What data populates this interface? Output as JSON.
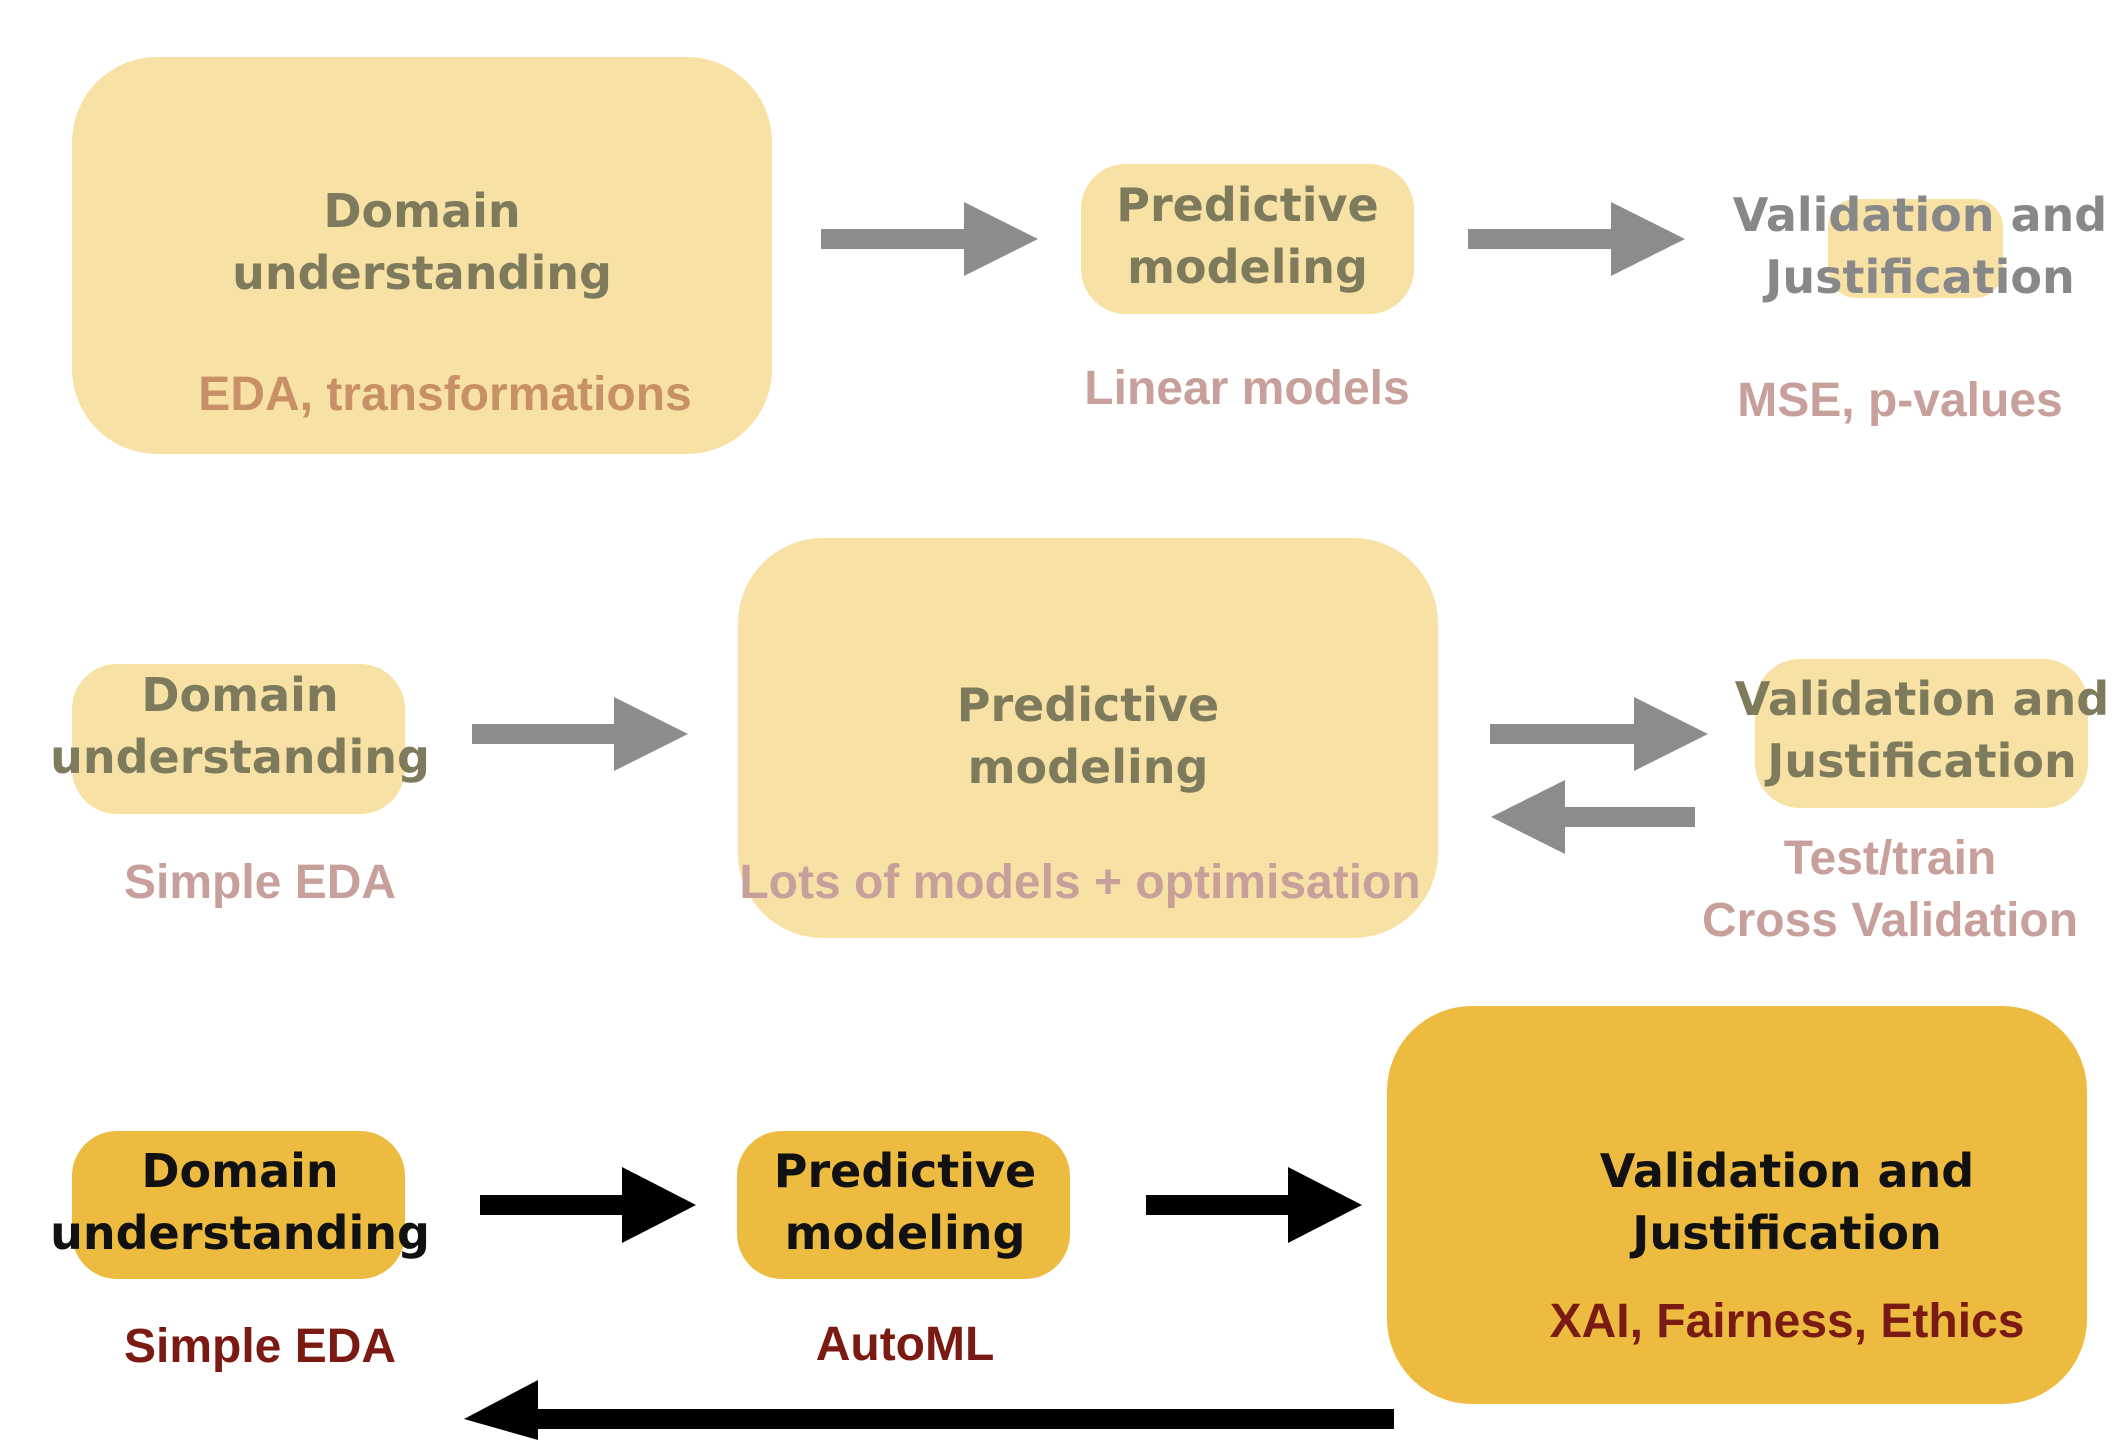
{
  "row1": {
    "domain": {
      "line1": "Domain",
      "line2": "understanding",
      "note": "EDA, transformations"
    },
    "predictive": {
      "line1": "Predictive",
      "line2": "modeling",
      "note": "Linear models"
    },
    "validation": {
      "line1": "Validation and",
      "line2": "Justification",
      "note": "MSE, p-values"
    }
  },
  "row2": {
    "domain": {
      "line1": "Domain",
      "line2": "understanding",
      "note": "Simple EDA"
    },
    "predictive": {
      "line1": "Predictive",
      "line2": "modeling",
      "note": "Lots of models + optimisation"
    },
    "validation": {
      "line1": "Validation and",
      "line2": "Justification",
      "note1": "Test/train",
      "note2": "Cross Validation"
    }
  },
  "row3": {
    "domain": {
      "line1": "Domain",
      "line2": "understanding",
      "note": "Simple EDA"
    },
    "predictive": {
      "line1": "Predictive",
      "line2": "modeling",
      "note": "AutoML"
    },
    "validation": {
      "line1": "Validation and",
      "line2": "Justification",
      "note": "XAI, Fairness, Ethics"
    }
  },
  "colors": {
    "light_box": "#f7e1a5",
    "strong_box": "#edbb40",
    "grey_arrow": "#8c8c8c",
    "black_arrow": "#000000"
  }
}
